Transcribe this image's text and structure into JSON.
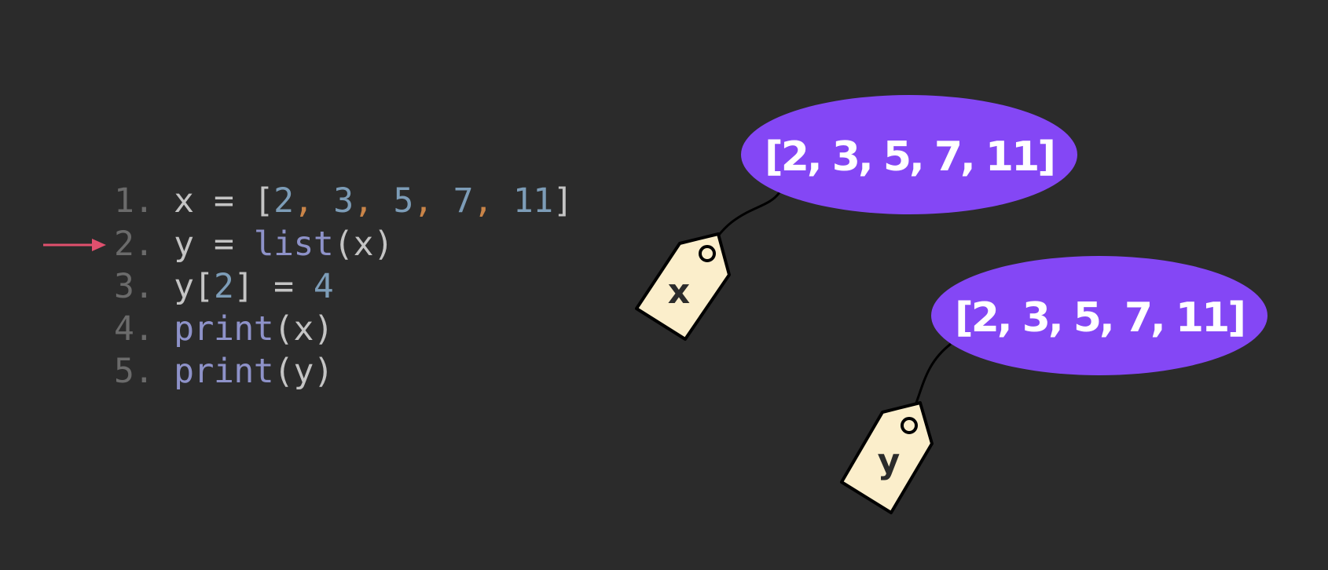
{
  "code": {
    "lines": [
      {
        "number": "1.",
        "tokens": [
          {
            "text": " x = [",
            "kind": "plain"
          },
          {
            "text": "2",
            "kind": "num"
          },
          {
            "text": ",",
            "kind": "comma"
          },
          {
            "text": " ",
            "kind": "plain"
          },
          {
            "text": "3",
            "kind": "num"
          },
          {
            "text": ",",
            "kind": "comma"
          },
          {
            "text": " ",
            "kind": "plain"
          },
          {
            "text": "5",
            "kind": "num"
          },
          {
            "text": ",",
            "kind": "comma"
          },
          {
            "text": " ",
            "kind": "plain"
          },
          {
            "text": "7",
            "kind": "num"
          },
          {
            "text": ",",
            "kind": "comma"
          },
          {
            "text": " ",
            "kind": "plain"
          },
          {
            "text": "11",
            "kind": "num"
          },
          {
            "text": "]",
            "kind": "plain"
          }
        ]
      },
      {
        "number": "2.",
        "tokens": [
          {
            "text": " y = ",
            "kind": "plain"
          },
          {
            "text": "list",
            "kind": "func"
          },
          {
            "text": "(x)",
            "kind": "plain"
          }
        ]
      },
      {
        "number": "3.",
        "tokens": [
          {
            "text": " y[",
            "kind": "plain"
          },
          {
            "text": "2",
            "kind": "num"
          },
          {
            "text": "] = ",
            "kind": "plain"
          },
          {
            "text": "4",
            "kind": "num"
          }
        ]
      },
      {
        "number": "4.",
        "tokens": [
          {
            "text": " ",
            "kind": "plain"
          },
          {
            "text": "print",
            "kind": "func"
          },
          {
            "text": "(x)",
            "kind": "plain"
          }
        ]
      },
      {
        "number": "5.",
        "tokens": [
          {
            "text": " ",
            "kind": "plain"
          },
          {
            "text": "print",
            "kind": "func"
          },
          {
            "text": "(y)",
            "kind": "plain"
          }
        ]
      }
    ],
    "current_line": 2
  },
  "objects": [
    {
      "id": "list-object-1",
      "text": "[2, 3, 5, 7, 11]"
    },
    {
      "id": "list-object-2",
      "text": "[2, 3, 5, 7, 11]"
    }
  ],
  "tags": [
    {
      "id": "tag-x",
      "label": "x",
      "points_to": "list-object-1"
    },
    {
      "id": "tag-y",
      "label": "y",
      "points_to": "list-object-2"
    }
  ],
  "colors": {
    "background": "#2b2b2b",
    "object_fill": "#8447f5",
    "tag_fill": "#fbeecb",
    "arrow": "#e0506e",
    "line_number": "#6b6b6b",
    "plain": "#c4c4c4",
    "number": "#7d9db8",
    "comma": "#c98448",
    "function": "#8e92c9"
  }
}
